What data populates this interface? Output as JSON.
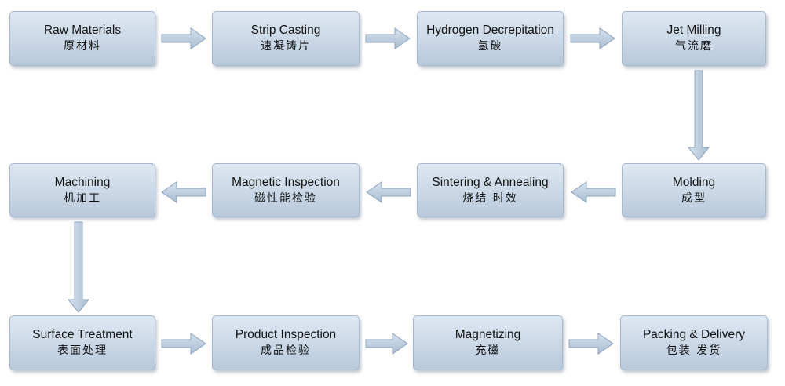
{
  "steps": [
    {
      "id": "raw-materials",
      "en": "Raw Materials",
      "zh": "原材料"
    },
    {
      "id": "strip-casting",
      "en": "Strip Casting",
      "zh": "速凝铸片"
    },
    {
      "id": "hydrogen-decrepitation",
      "en": "Hydrogen Decrepitation",
      "zh": "氢破"
    },
    {
      "id": "jet-milling",
      "en": "Jet Milling",
      "zh": "气流磨"
    },
    {
      "id": "molding",
      "en": "Molding",
      "zh": "成型"
    },
    {
      "id": "sintering-annealing",
      "en": "Sintering & Annealing",
      "zh": "烧结 时效"
    },
    {
      "id": "magnetic-inspection",
      "en": "Magnetic Inspection",
      "zh": "磁性能检验"
    },
    {
      "id": "machining",
      "en": "Machining",
      "zh": "机加工"
    },
    {
      "id": "surface-treatment",
      "en": "Surface Treatment",
      "zh": "表面处理"
    },
    {
      "id": "product-inspection",
      "en": "Product Inspection",
      "zh": "成品检验"
    },
    {
      "id": "magnetizing",
      "en": "Magnetizing",
      "zh": "充磁"
    },
    {
      "id": "packing-delivery",
      "en": "Packing & Delivery",
      "zh": "包装 发货"
    }
  ],
  "colors": {
    "box_top": "#dfe8f2",
    "box_bottom": "#b8c9dc",
    "arrow_fill": "#b9c9dc",
    "arrow_stroke": "#8ea4bd"
  }
}
